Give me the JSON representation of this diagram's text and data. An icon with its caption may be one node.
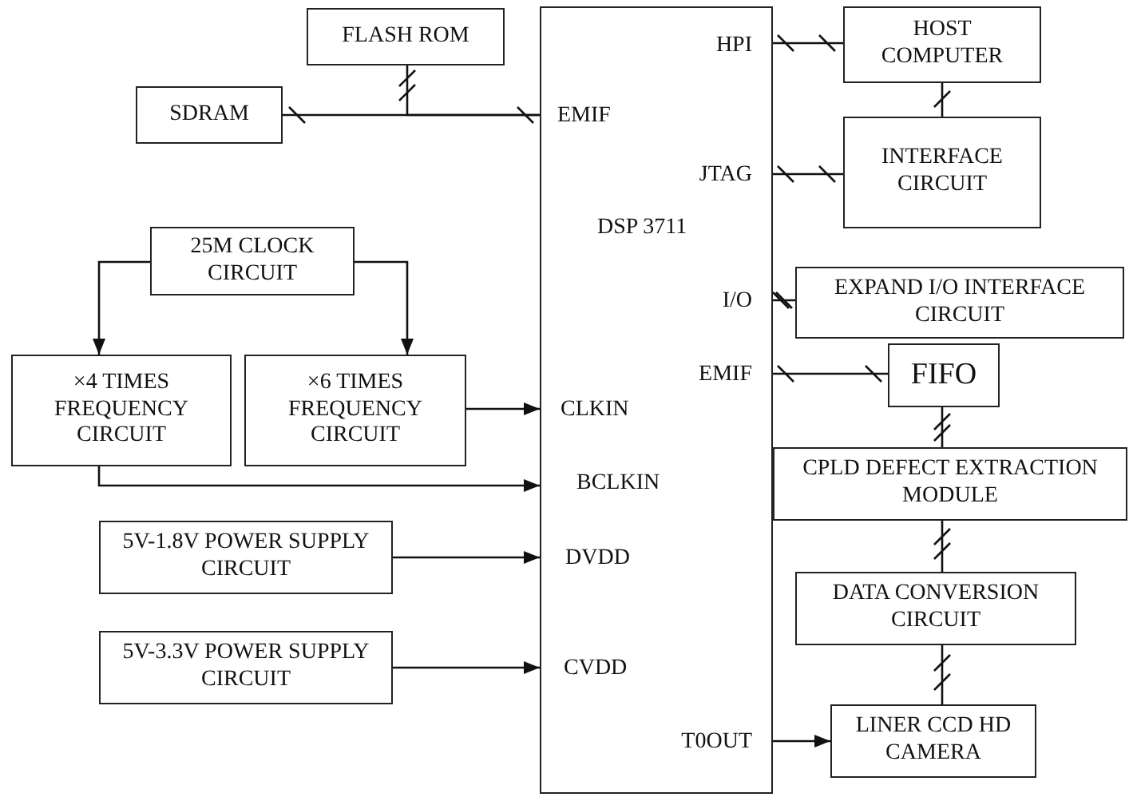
{
  "diagram": {
    "nodes": [
      {
        "text": [
          "FLASH ROM"
        ]
      },
      {
        "text": [
          "SDRAM"
        ]
      },
      {
        "text": [
          "HPI",
          "EMIF",
          "JTAG",
          "DSP 3711",
          "I/O",
          "EMIF",
          "CLKIN",
          "BCLKIN",
          "DVDD",
          "CVDD",
          "T0OUT"
        ]
      },
      {
        "text": [
          "HOST COMPUTER"
        ]
      },
      {
        "text": [
          "INTERFACE CIRCUIT"
        ]
      },
      {
        "text": [
          "25M CLOCK CIRCUIT"
        ]
      },
      {
        "text": [
          "×4 TIMES FREQUENCY CIRCUIT"
        ]
      },
      {
        "text": [
          "×6 TIMES FREQUENCY CIRCUIT"
        ]
      },
      {
        "text": [
          "EXPAND I/O INTERFACE CIRCUIT"
        ]
      },
      {
        "text": [
          "FIFO"
        ]
      },
      {
        "text": [
          "CPLD DEFECT EXTRACTION MODULE"
        ]
      },
      {
        "text": [
          "DATA CONVERSION CIRCUIT"
        ]
      },
      {
        "text": [
          "5V-1.8V POWER SUPPLY CIRCUIT"
        ]
      },
      {
        "text": [
          "5V-3.3V POWER SUPPLY CIRCUIT"
        ]
      },
      {
        "text": [
          "LINER CCD HD CAMERA"
        ]
      }
    ],
    "edges": [
      {
        "from": 0,
        "to": 2,
        "arrow": "none"
      },
      {
        "from": 1,
        "to": 2,
        "arrow": "none"
      },
      {
        "from": 2,
        "to": 3,
        "arrow": "none"
      },
      {
        "from": 3,
        "to": 4,
        "arrow": "none"
      },
      {
        "from": 2,
        "to": 4,
        "arrow": "none"
      },
      {
        "from": 5,
        "to": 6,
        "arrow": "to"
      },
      {
        "from": 5,
        "to": 7,
        "arrow": "to"
      },
      {
        "from": 7,
        "to": 2,
        "arrow": "to"
      },
      {
        "from": 6,
        "to": 2,
        "arrow": "to"
      },
      {
        "from": 2,
        "to": 8,
        "arrow": "none"
      },
      {
        "from": 2,
        "to": 9,
        "arrow": "none"
      },
      {
        "from": 9,
        "to": 10,
        "arrow": "none"
      },
      {
        "from": 10,
        "to": 11,
        "arrow": "none"
      },
      {
        "from": 11,
        "to": 14,
        "arrow": "none"
      },
      {
        "from": 12,
        "to": 2,
        "arrow": "to"
      },
      {
        "from": 13,
        "to": 2,
        "arrow": "to"
      },
      {
        "from": 2,
        "to": 14,
        "arrow": "to"
      }
    ]
  }
}
